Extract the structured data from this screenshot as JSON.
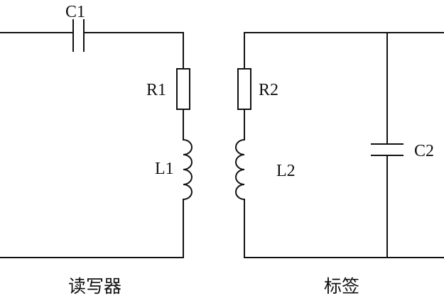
{
  "colors": {
    "line": "#111111",
    "background": "#ffffff"
  },
  "reader": {
    "components": {
      "capacitor": "C1",
      "resistor": "R1",
      "inductor": "L1"
    },
    "caption": "读写器"
  },
  "tag": {
    "components": {
      "resistor": "R2",
      "inductor": "L2",
      "capacitor": "C2"
    },
    "caption": "标签"
  }
}
